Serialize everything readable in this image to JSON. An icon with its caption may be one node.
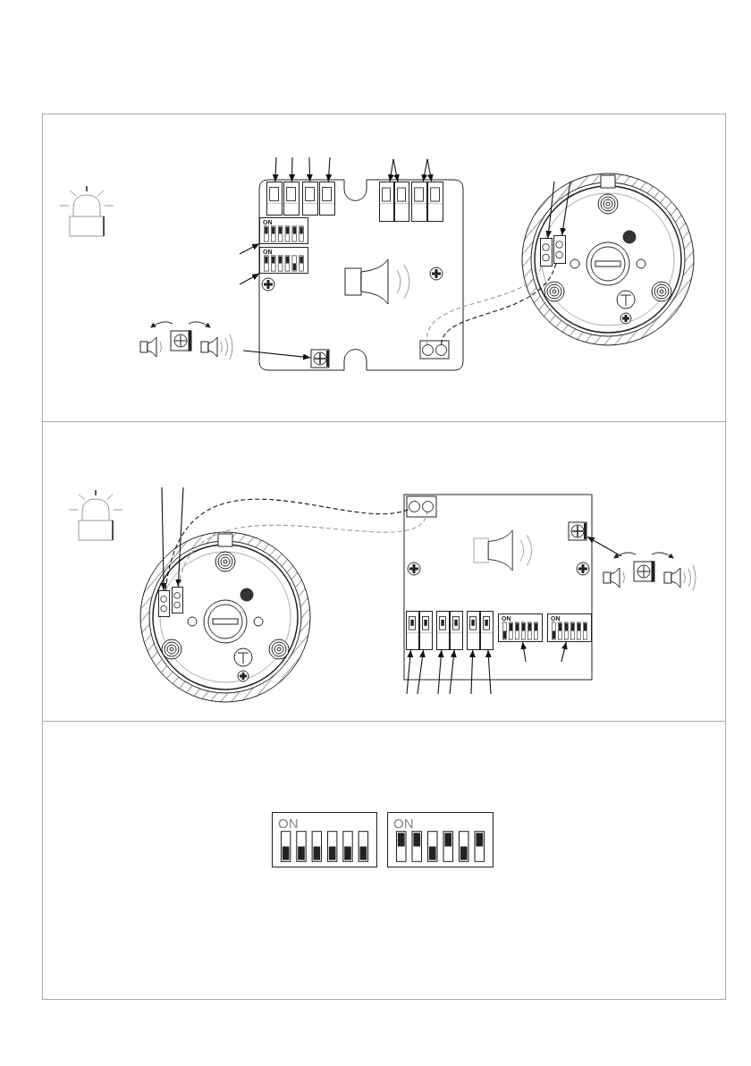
{
  "diagram": {
    "nodes": [
      {
        "text": [
          "ON"
        ]
      },
      {
        "text": [
          "ON"
        ]
      },
      {
        "text": [],
        "shape": "box"
      },
      {
        "text": [],
        "shape": "box"
      },
      {
        "text": [],
        "shape": "box"
      },
      {
        "text": [],
        "shape": "box"
      },
      {
        "text": [],
        "shape": "box"
      },
      {
        "text": [],
        "shape": "box"
      },
      {
        "text": [],
        "shape": "box"
      },
      {
        "text": [],
        "shape": "box"
      },
      {
        "text": [],
        "shape": "picture"
      },
      {
        "text": [],
        "shape": "circle"
      },
      {
        "text": [],
        "shape": "circle"
      },
      {
        "text": [],
        "shape": "box"
      },
      {
        "text": [],
        "shape": "box"
      },
      {
        "text": [],
        "shape": "box"
      },
      {
        "text": [],
        "shape": "box"
      },
      {
        "text": [],
        "shape": "circle"
      },
      {
        "text": [],
        "shape": "circle"
      },
      {
        "text": [],
        "shape": "picture"
      },
      {
        "text": [],
        "shape": "box"
      },
      {
        "text": [],
        "shape": "box"
      },
      {
        "text": [],
        "shape": "box"
      },
      {
        "text": [],
        "shape": "box"
      },
      {
        "text": [],
        "shape": "box"
      },
      {
        "text": [],
        "shape": "box"
      },
      {
        "text": [
          "ON"
        ]
      },
      {
        "text": [
          "ON"
        ]
      },
      {
        "text": [
          "ON"
        ]
      },
      {
        "text": [
          "ON"
        ]
      }
    ],
    "edges": [
      {
        "from": null,
        "to": 2,
        "arrow": "to"
      },
      {
        "from": null,
        "to": 3,
        "arrow": "to"
      },
      {
        "from": null,
        "to": 4,
        "arrow": "to"
      },
      {
        "from": null,
        "to": 5,
        "arrow": "to"
      },
      {
        "from": null,
        "to": 6,
        "arrow": "to"
      },
      {
        "from": null,
        "to": 7,
        "arrow": "to"
      },
      {
        "from": null,
        "to": 8,
        "arrow": "to"
      },
      {
        "from": null,
        "to": 9,
        "arrow": "to"
      },
      {
        "from": null,
        "to": 0,
        "arrow": "to"
      },
      {
        "from": null,
        "to": 1,
        "arrow": "to"
      },
      {
        "from": null,
        "to": 10,
        "arrow": "to"
      },
      {
        "from": null,
        "to": 13,
        "arrow": "to"
      },
      {
        "from": null,
        "to": 14,
        "arrow": "to"
      },
      {
        "from": 11,
        "to": 13,
        "arrow": "none",
        "style": "dashed",
        "color": "#999999"
      },
      {
        "from": 12,
        "to": 14,
        "arrow": "none",
        "style": "dashed"
      },
      {
        "from": null,
        "to": 15,
        "arrow": "to"
      },
      {
        "from": null,
        "to": 16,
        "arrow": "to"
      },
      {
        "from": 15,
        "to": 17,
        "arrow": "none",
        "style": "dashed"
      },
      {
        "from": 16,
        "to": 18,
        "arrow": "none",
        "style": "dashed",
        "color": "#999999"
      },
      {
        "from": null,
        "to": 20,
        "arrow": "to"
      },
      {
        "from": null,
        "to": 21,
        "arrow": "to"
      },
      {
        "from": null,
        "to": 22,
        "arrow": "to"
      },
      {
        "from": null,
        "to": 23,
        "arrow": "to"
      },
      {
        "from": null,
        "to": 24,
        "arrow": "to"
      },
      {
        "from": null,
        "to": 25,
        "arrow": "to"
      },
      {
        "from": null,
        "to": 26,
        "arrow": "to"
      },
      {
        "from": null,
        "to": 27,
        "arrow": "to"
      },
      {
        "from": null,
        "to": 19,
        "arrow": "to"
      }
    ]
  }
}
